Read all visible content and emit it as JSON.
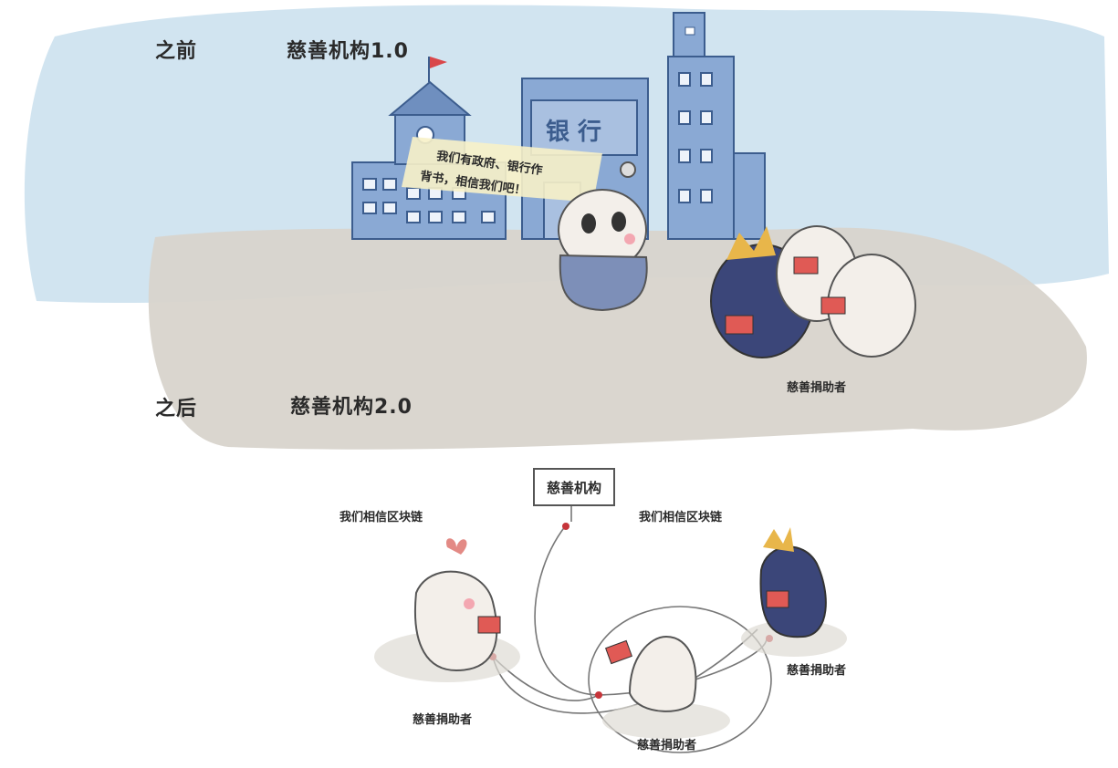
{
  "top_section": {
    "before_label": "之前",
    "title": "慈善机构1.0",
    "bank_sign": "银 行",
    "speech_text_line1": "我们有政府、银行作",
    "speech_text_line2": "背书，相信我们吧！",
    "donors_label": "慈善捐助者"
  },
  "bottom_section": {
    "after_label": "之后",
    "title": "慈善机构2.0",
    "center_sign": "慈善机构",
    "left_bubble": "我们相信区块链",
    "right_bubble": "我们相信区块链",
    "donor_left_label": "慈善捐助者",
    "donor_center_label": "慈善捐助者",
    "donor_right_label": "慈善捐助者"
  },
  "colors": {
    "sky": "#cfe3ef",
    "ground": "#d9d6cf",
    "building": "#8aa9d4",
    "building_outline": "#3c5d8e",
    "navy_character": "#3b4679",
    "red_envelope": "#e05a55",
    "white_character": "#f3efea"
  }
}
